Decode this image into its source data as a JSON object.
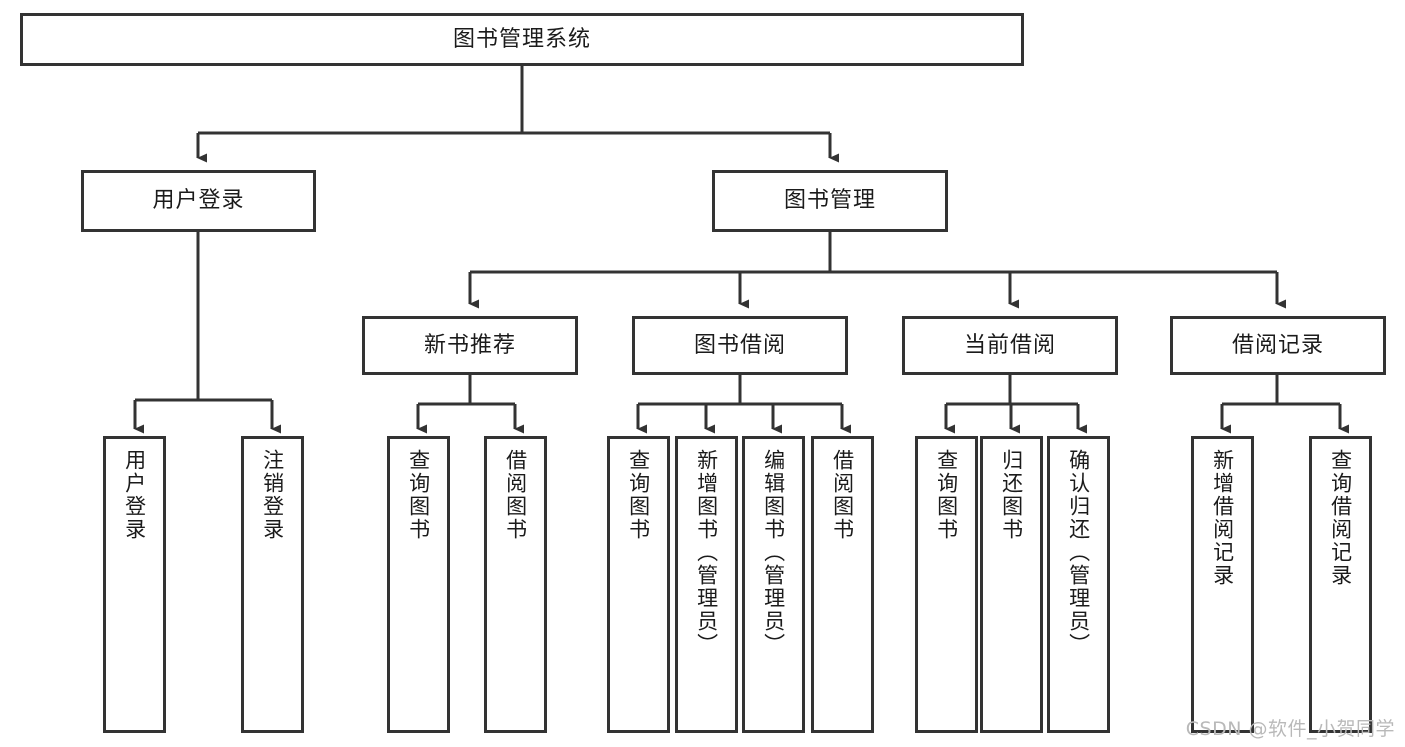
{
  "diagram": {
    "title": "图书管理系统",
    "watermark": "CSDN @软件_小贺同学",
    "stroke_color": "#333333",
    "text_color": "#1b1b1b",
    "background_color": "#ffffff",
    "watermark_color": "#b9b9b9"
  },
  "nodes": {
    "root": {
      "label": "图书管理系统"
    },
    "level2": [
      {
        "label": "用户登录"
      },
      {
        "label": "图书管理"
      }
    ],
    "level3": [
      {
        "label": "新书推荐"
      },
      {
        "label": "图书借阅"
      },
      {
        "label": "当前借阅"
      },
      {
        "label": "借阅记录"
      }
    ],
    "leaves": {
      "user_login": [
        {
          "label": "用户登录"
        },
        {
          "label": "注销登录"
        }
      ],
      "new_book": [
        {
          "label": "查询图书"
        },
        {
          "label": "借阅图书"
        }
      ],
      "book_borrow": [
        {
          "label": "查询图书"
        },
        {
          "label": "新增图书（管理员）"
        },
        {
          "label": "编辑图书（管理员）"
        },
        {
          "label": "借阅图书"
        }
      ],
      "current_borrow": [
        {
          "label": "查询图书"
        },
        {
          "label": "归还图书"
        },
        {
          "label": "确认归还（管理员）"
        }
      ],
      "borrow_record": [
        {
          "label": "新增借阅记录"
        },
        {
          "label": "查询借阅记录"
        }
      ]
    }
  },
  "chart_data": {
    "type": "diagram",
    "title": "图书管理系统",
    "hierarchy": [
      {
        "label": "图书管理系统",
        "children": [
          {
            "label": "用户登录",
            "children": [
              {
                "label": "用户登录"
              },
              {
                "label": "注销登录"
              }
            ]
          },
          {
            "label": "图书管理",
            "children": [
              {
                "label": "新书推荐",
                "children": [
                  {
                    "label": "查询图书"
                  },
                  {
                    "label": "借阅图书"
                  }
                ]
              },
              {
                "label": "图书借阅",
                "children": [
                  {
                    "label": "查询图书"
                  },
                  {
                    "label": "新增图书（管理员）"
                  },
                  {
                    "label": "编辑图书（管理员）"
                  },
                  {
                    "label": "借阅图书"
                  }
                ]
              },
              {
                "label": "当前借阅",
                "children": [
                  {
                    "label": "查询图书"
                  },
                  {
                    "label": "归还图书"
                  },
                  {
                    "label": "确认归还（管理员）"
                  }
                ]
              },
              {
                "label": "借阅记录",
                "children": [
                  {
                    "label": "新增借阅记录"
                  },
                  {
                    "label": "查询借阅记录"
                  }
                ]
              }
            ]
          }
        ]
      }
    ]
  }
}
